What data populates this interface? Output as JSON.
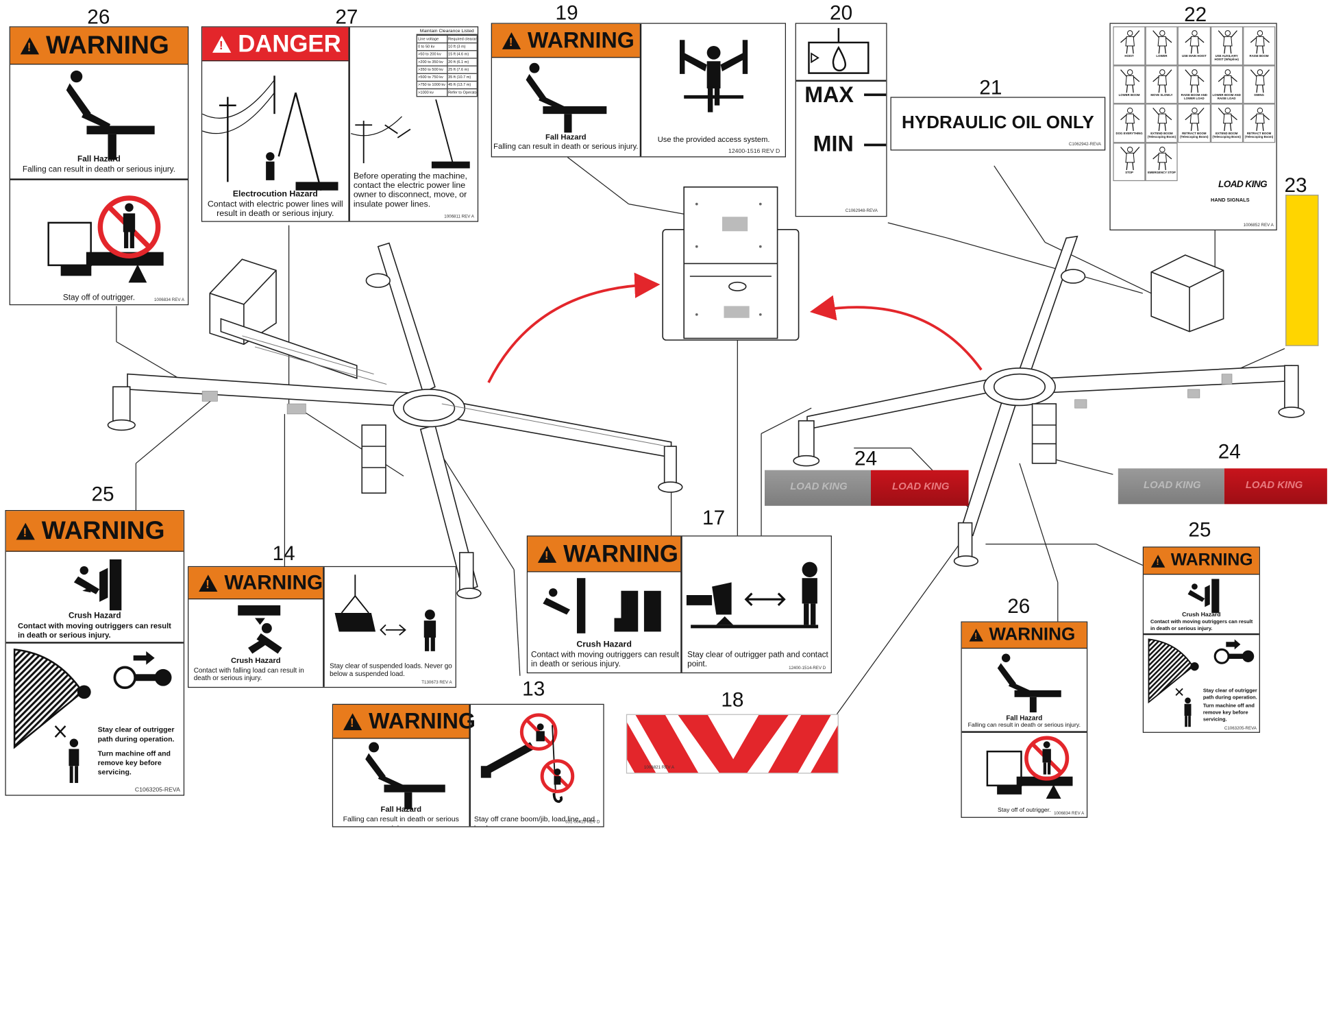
{
  "callouts": {
    "n26a": "26",
    "n27": "27",
    "n19": "19",
    "n20": "20",
    "n21": "21",
    "n22": "22",
    "n23": "23",
    "n24a": "24",
    "n24b": "24",
    "n25a": "25",
    "n14": "14",
    "n17": "17",
    "n13": "13",
    "n18": "18",
    "n26b": "26",
    "n25b": "25"
  },
  "decal26a": {
    "header": "WARNING",
    "title": "Fall Hazard",
    "text": "Falling can result in death or serious injury.",
    "sub": "Stay off of outrigger.",
    "code": "1006834 REV A"
  },
  "decal27": {
    "header": "DANGER",
    "title": "Electrocution Hazard",
    "text": "Contact with electric power lines will result in death or serious injury.",
    "right_text": "Before operating the machine, contact the electric power line owner to disconnect, move, or insulate power lines.",
    "table_title": "Maintain Clearance Listed",
    "table_headers": [
      "Line voltage",
      "Required clearance"
    ],
    "table_rows": [
      [
        "0 to 50 kv",
        "10 ft (3 m)"
      ],
      [
        ">50 to 200 kv",
        "15 ft (4.6 m)"
      ],
      [
        ">200 to 350 kv",
        "20 ft (6.1 m)"
      ],
      [
        ">350 to 500 kv",
        "25 ft (7.6 m)"
      ],
      [
        ">500 to 750 kv",
        "35 ft (10.7 m)"
      ],
      [
        ">750 to 1000 kv",
        "45 ft (13.7 m)"
      ],
      [
        ">1000 kv",
        "Refer to Operator's Manual"
      ]
    ],
    "code": "1006811 REV A"
  },
  "decal19": {
    "header": "WARNING",
    "title": "Fall Hazard",
    "text": "Falling can result in death or serious injury.",
    "right_text": "Use the provided access system.",
    "code": "12400-1516 REV D"
  },
  "decal20": {
    "max": "MAX",
    "min": "MIN",
    "code": "C1062948-REVA"
  },
  "decal21": {
    "text": "HYDRAULIC OIL ONLY",
    "code": "C1062942-REVA"
  },
  "decal22": {
    "signals": [
      "HOIST",
      "LOWER",
      "USE MAIN HOIST",
      "USE AUXILIARY HOIST (Whipline)",
      "RAISE BOOM",
      "LOWER BOOM",
      "MOVE SLOWLY",
      "RAISE BOOM AND LOWER LOAD",
      "LOWER BOOM AND RAISE LOAD",
      "SWING",
      "DOG EVERYTHING",
      "EXTEND BOOM (Telescoping Boom)",
      "RETRACT BOOM (Telescoping Boom)",
      "EXTEND BOOM (Telescoping Boom)",
      "RETRACT BOOM (Telescoping Boom)",
      "STOP",
      "EMERGENCY STOP"
    ],
    "brand": "LOAD KING",
    "title": "HAND SIGNALS",
    "code": "1006852 REV A"
  },
  "decal25a": {
    "header": "WARNING",
    "title": "Crush Hazard",
    "text": "Contact with moving outriggers can result in death or serious injury.",
    "sub1": "Stay clear of outrigger path during operation.",
    "sub2": "Turn machine off and remove key before servicing.",
    "code": "C1063205-REVA"
  },
  "decal14": {
    "header": "WARNING",
    "title": "Crush Hazard",
    "text": "Contact with falling load can result in death or serious injury.",
    "right_text": "Stay clear of suspended loads. Never go below a suspended load.",
    "code": "T130673 REV A"
  },
  "decal17": {
    "header": "WARNING",
    "title": "Crush Hazard",
    "text": "Contact with moving outriggers can result in death or serious injury.",
    "right_text": "Stay clear of outrigger path and contact point.",
    "code": "12400-1514-REV D"
  },
  "decal13": {
    "header": "WARNING",
    "title": "Fall Hazard",
    "text": "Falling can result in death or serious injury.",
    "right_text": "Stay off crane boom/jib, load line, and  hook.",
    "code": "651-00415 REV D"
  },
  "decal18": {
    "code": "1006821 REV A"
  },
  "decal26b": {
    "header": "WARNING",
    "title": "Fall Hazard",
    "text": "Falling can result in death or serious injury.",
    "sub": "Stay off of outrigger.",
    "code": "1006834 REV A"
  },
  "decal25b": {
    "header": "WARNING",
    "title": "Crush Hazard",
    "text": "Contact with moving outriggers can result in death or serious injury.",
    "sub1": "Stay clear of outrigger path during operation.",
    "sub2": "Turn machine off and remove key before servicing.",
    "code": "C1063205-REVA"
  },
  "reflector": {
    "brand": "LOAD KING"
  },
  "colors": {
    "warning_orange": "#e87b1c",
    "danger_red": "#e3262b",
    "arrow_red": "#e3262b",
    "decal_yellow": "#ffd500",
    "reflector_red": "#c8141c",
    "reflector_silver": "#8d8d8d"
  }
}
